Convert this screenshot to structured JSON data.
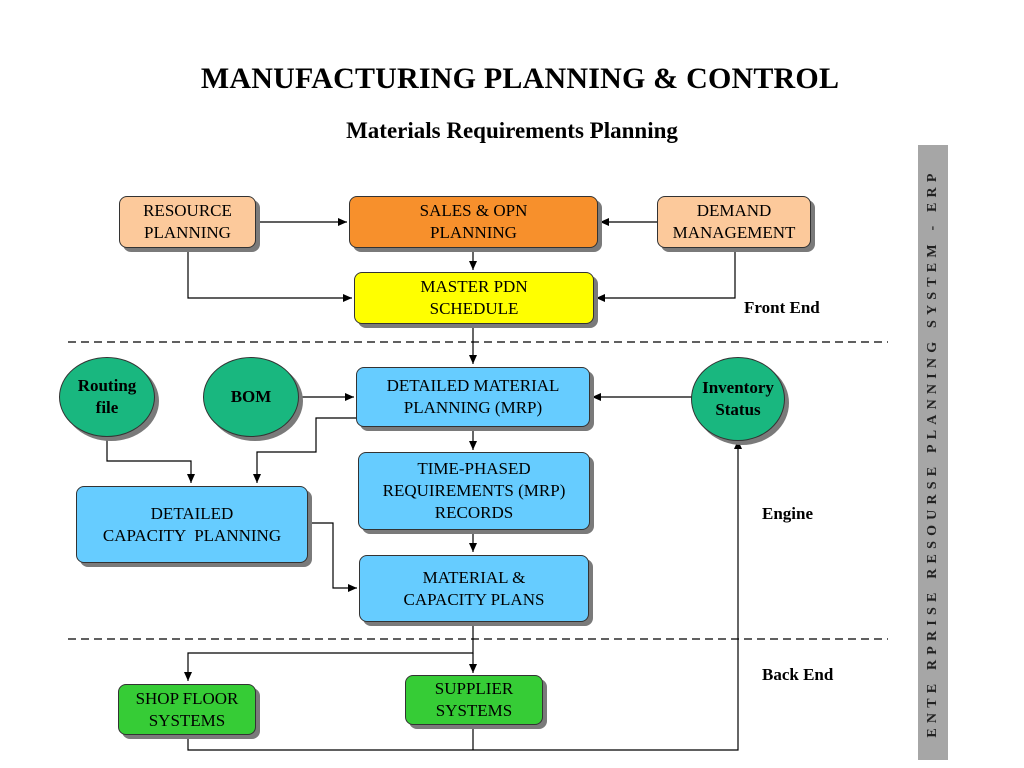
{
  "title": "MANUFACTURING PLANNING & CONTROL",
  "subtitle": "Materials Requirements Planning",
  "sidebar_text": "ENTE RPRISE RESOURSE PLANNING SYSTEM - ERP",
  "sections": {
    "front_end": "Front End",
    "engine": "Engine",
    "back_end": "Back End"
  },
  "boxes": {
    "resource_planning": {
      "line1": "RESOURCE",
      "line2": "PLANNING"
    },
    "sales_opn_planning": {
      "line1": "SALES & OPN",
      "line2": "PLANNING"
    },
    "demand_management": {
      "line1": "DEMAND",
      "line2": "MANAGEMENT"
    },
    "master_pdn_schedule": {
      "line1": "MASTER PDN",
      "line2": "SCHEDULE"
    },
    "detailed_material_planning": {
      "line1": "DETAILED MATERIAL",
      "line2": "PLANNING (MRP)"
    },
    "time_phased_requirements": {
      "line1": "TIME-PHASED",
      "line2": "REQUIREMENTS (MRP)",
      "line3": "RECORDS"
    },
    "detailed_capacity_planning": {
      "line1": "DETAILED",
      "line2": "CAPACITY  PLANNING"
    },
    "material_capacity_plans": {
      "line1": "MATERIAL &",
      "line2": "CAPACITY PLANS"
    },
    "shop_floor_systems": {
      "line1": "SHOP FLOOR",
      "line2": "SYSTEMS"
    },
    "supplier_systems": {
      "line1": "SUPPLIER",
      "line2": "SYSTEMS"
    }
  },
  "circles": {
    "routing_file": {
      "line1": "Routing",
      "line2": "file"
    },
    "bom": {
      "line1": "BOM"
    },
    "inventory_status": {
      "line1": "Inventory",
      "line2": "Status"
    }
  },
  "colors": {
    "peach": "#fcc99b",
    "orange": "#f7902c",
    "yellow": "#ffff00",
    "blue": "#66ccff",
    "green_box": "#36cc36",
    "green_circle": "#19b77f",
    "sidebar": "#a6a6a6"
  }
}
